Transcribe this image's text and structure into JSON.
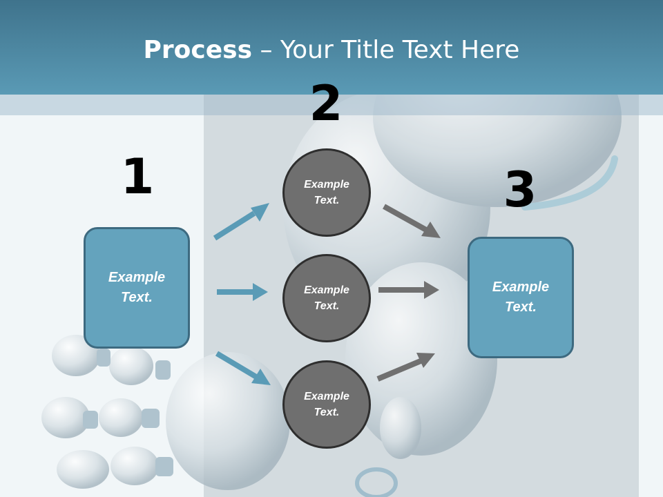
{
  "title": {
    "bold": "Process",
    "rest": " – Your Title Text Here"
  },
  "steps": [
    {
      "number": "1",
      "label": "Example Text."
    },
    {
      "number": "2",
      "label": "Example Text."
    },
    {
      "number": "3",
      "label": "Example Text."
    }
  ],
  "circles": [
    {
      "label": "Example Text."
    },
    {
      "label": "Example Text."
    },
    {
      "label": "Example Text."
    }
  ],
  "colors": {
    "header": "#4f8aa6",
    "box_fill": "#64a3bd",
    "box_border": "#3d6a80",
    "circle_fill": "#6f6f6f",
    "blue_arrow": "#5a9bb6",
    "gray_arrow": "#707070"
  },
  "background_image": "robot-illustration"
}
